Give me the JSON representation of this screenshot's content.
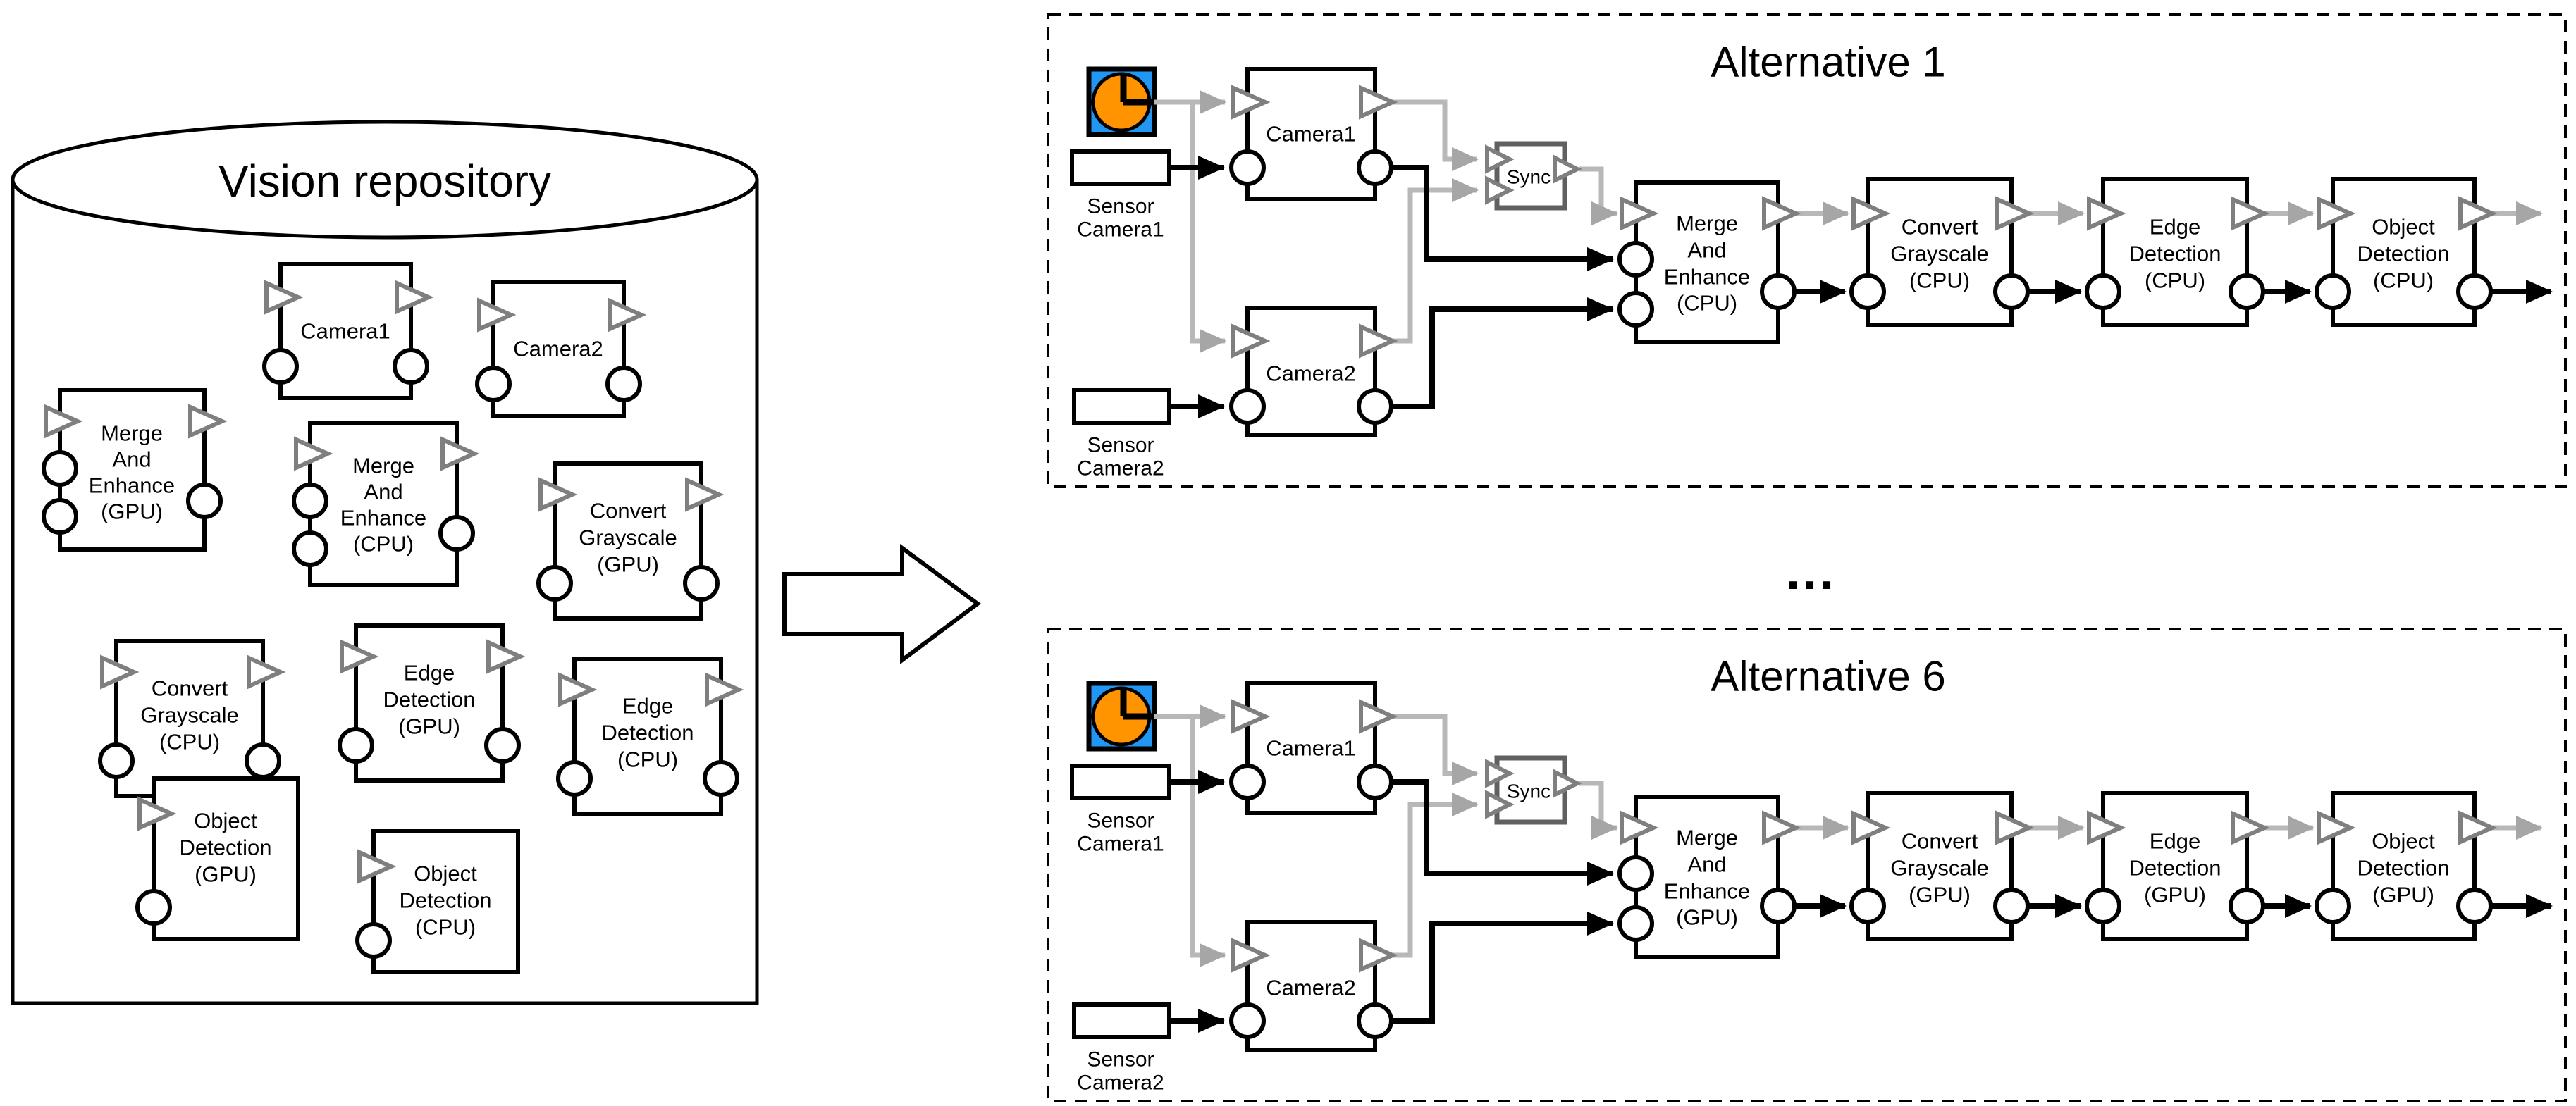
{
  "colors": {
    "cpu": "#0432ff",
    "gpu": "#c00000",
    "trigger_port_gray": "#7f7f7f",
    "trigger_line_gray": "#b8b8b8",
    "clock_blue": "#2196f3",
    "clock_orange": "#ff9300"
  },
  "repository": {
    "title": "Vision repository",
    "components": [
      {
        "lines": [
          "Camera1"
        ]
      },
      {
        "lines": [
          "Camera2"
        ]
      },
      {
        "lines": [
          "Merge",
          "And",
          "Enhance"
        ],
        "proc": "(GPU)"
      },
      {
        "lines": [
          "Merge",
          "And",
          "Enhance"
        ],
        "proc": "(CPU)"
      },
      {
        "lines": [
          "Convert",
          "Grayscale"
        ],
        "proc": "(GPU)"
      },
      {
        "lines": [
          "Convert",
          "Grayscale"
        ],
        "proc": "(CPU)"
      },
      {
        "lines": [
          "Edge",
          "Detection"
        ],
        "proc": "(GPU)"
      },
      {
        "lines": [
          "Edge",
          "Detection"
        ],
        "proc": "(CPU)"
      },
      {
        "lines": [
          "Object",
          "Detection"
        ],
        "proc": "(GPU)"
      },
      {
        "lines": [
          "Object",
          "Detection"
        ],
        "proc": "(CPU)"
      }
    ]
  },
  "ellipsis": "...",
  "alternatives": [
    {
      "title": "Alternative 1",
      "sensor1": {
        "lines": [
          "Sensor",
          "Camera1"
        ]
      },
      "sensor2": {
        "lines": [
          "Sensor",
          "Camera2"
        ]
      },
      "blocks": {
        "camera1": {
          "label": "Camera1"
        },
        "camera2": {
          "label": "Camera2"
        },
        "sync": {
          "label": "Sync"
        },
        "merge": {
          "lines": [
            "Merge",
            "And",
            "Enhance"
          ],
          "proc": "(CPU)"
        },
        "convert": {
          "lines": [
            "Convert",
            "Grayscale"
          ],
          "proc": "(CPU)"
        },
        "edge": {
          "lines": [
            "Edge",
            "Detection"
          ],
          "proc": "(CPU)"
        },
        "object": {
          "lines": [
            "Object",
            "Detection"
          ],
          "proc": "(CPU)"
        }
      }
    },
    {
      "title": "Alternative 6",
      "sensor1": {
        "lines": [
          "Sensor",
          "Camera1"
        ]
      },
      "sensor2": {
        "lines": [
          "Sensor",
          "Camera2"
        ]
      },
      "blocks": {
        "camera1": {
          "label": "Camera1"
        },
        "camera2": {
          "label": "Camera2"
        },
        "sync": {
          "label": "Sync"
        },
        "merge": {
          "lines": [
            "Merge",
            "And",
            "Enhance"
          ],
          "proc": "(GPU)"
        },
        "convert": {
          "lines": [
            "Convert",
            "Grayscale"
          ],
          "proc": "(GPU)"
        },
        "edge": {
          "lines": [
            "Edge",
            "Detection"
          ],
          "proc": "(GPU)"
        },
        "object": {
          "lines": [
            "Object",
            "Detection"
          ],
          "proc": "(GPU)"
        }
      }
    }
  ]
}
